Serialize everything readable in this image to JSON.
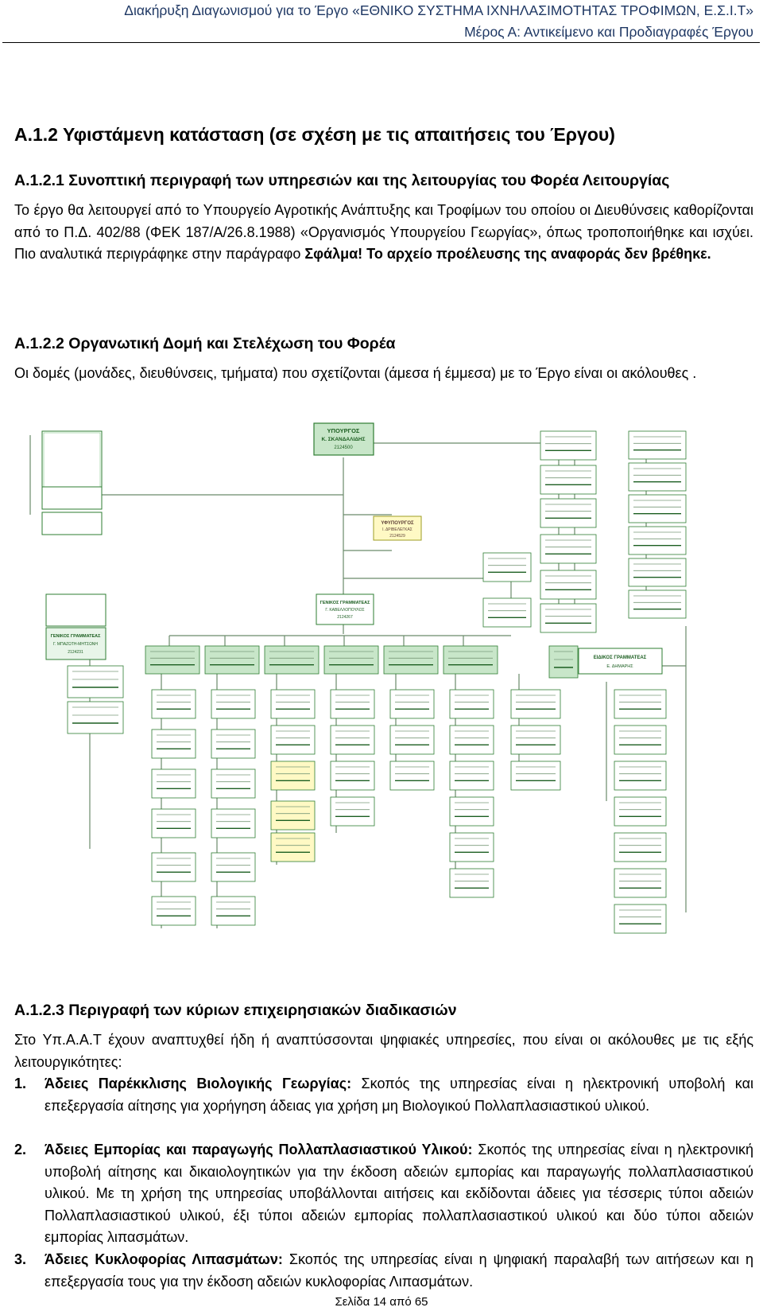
{
  "header": {
    "line1": "Διακήρυξη Διαγωνισμού για το Έργο «ΕΘΝΙΚΟ ΣΥΣΤΗΜΑ ΙΧΝΗΛΑΣΙΜΟΤΗΤΑΣ ΤΡΟΦΙΜΩΝ, Ε.Σ.Ι.Τ»",
    "line2": "Μέρος Α: Αντικείμενο και Προδιαγραφές Έργου"
  },
  "section_a12": {
    "title": "Α.1.2  Υφιστάμενη κατάσταση (σε σχέση με τις απαιτήσεις του Έργου)"
  },
  "section_a121": {
    "title": "Α.1.2.1 Συνοπτική περιγραφή των υπηρεσιών και της λειτουργίας του Φορέα Λειτουργίας",
    "text": "Το έργο θα λειτουργεί από το Υπουργείο Αγροτικής Ανάπτυξης και Τροφίμων του οποίου οι Διευθύνσεις καθορίζονται από το Π.Δ. 402/88 (ΦΕΚ 187/Α/26.8.1988) «Οργανισμός Υπουργείου Γεωργίας», όπως τροποποιήθηκε και ισχύει. Πιο αναλυτικά περιγράφηκε στην παράγραφο ",
    "error_bold": "Σφάλμα! Το αρχείο προέλευσης της αναφοράς δεν βρέθηκε."
  },
  "section_a122": {
    "title": "Α.1.2.2 Οργανωτική Δομή και Στελέχωση του Φορέα",
    "text": "Οι δομές (μονάδες, διευθύνσεις, τμήματα) που σχετίζονται (άμεσα ή έμμεσα) με το Έργο είναι οι ακόλουθες ."
  },
  "org_chart": {
    "minister": {
      "title": "ΥΠΟΥΡΓΟΣ",
      "name": "Κ. ΣΚΑΝΔΑΛΙΔΗΣ",
      "phone": "2124500"
    },
    "deputy": {
      "title": "ΥΦΥΠΟΥΡΓΟΣ",
      "name": "Ι. ΔΡΙΒΕΛΕΓΚΑΣ",
      "phone": "2124529"
    },
    "sec_general": {
      "title": "ΓΕΝΙΚΟΣ ΓΡΑΜΜΑΤΕΑΣ",
      "name": "Γ. ΚΑΒΕΛΛΟΠΟΥΛΟΣ",
      "phone": "2124267"
    },
    "sec_agri": {
      "title": "ΓΕΝΙΚΟΣ ΓΡΑΜΜΑΤΕΑΣ",
      "name": "Γ. ΜΠΑΖΩΤΗ-ΜΗΤΣΩΝΗ",
      "phone": "2124231"
    },
    "special_sec": {
      "title": "ΕΙΔΙΚΟΣ ΓΡΑΜΜΑΤΕΑΣ",
      "name": "Ε. ΔΗΜΑΡΗΣ"
    }
  },
  "section_a123": {
    "title": "Α.1.2.3 Περιγραφή των κύριων επιχειρησιακών διαδικασιών",
    "intro": "Στο Υπ.Α.Α.Τ έχουν αναπτυχθεί ήδη ή αναπτύσσονται ψηφιακές υπηρεσίες, που είναι οι ακόλουθες με τις εξής λειτουργικότητες:",
    "items": [
      {
        "num": "1.",
        "bold": "Άδειες Παρέκκλισης Βιολογικής Γεωργίας:",
        "text": " Σκοπός της υπηρεσίας είναι η ηλεκτρονική υποβολή και επεξεργασία αίτησης για χορήγηση άδειας για χρήση μη Βιολογικού Πολλαπλασιαστικού υλικού."
      },
      {
        "num": "2.",
        "bold": "Άδειες Εμπορίας και παραγωγής Πολλαπλασιαστικού Υλικού:",
        "text": " Σκοπός της υπηρεσίας είναι η ηλεκτρονική υποβολή αίτησης και δικαιολογητικών για την έκδοση αδειών εμπορίας και παραγωγής πολλαπλασιαστικού υλικού. Με τη χρήση της υπηρεσίας υποβάλλονται αιτήσεις και εκδίδονται άδειες για τέσσερις τύποι αδειών Πολλαπλασιαστικού υλικού, έξι τύποι αδειών εμπορίας πολλαπλασιαστικού υλικού και δύο τύποι αδειών εμπορίας λιπασμάτων."
      },
      {
        "num": "3.",
        "bold": "Άδειες Κυκλοφορίας Λιπασμάτων:",
        "text": " Σκοπός της υπηρεσίας είναι η ψηφιακή παραλαβή των αιτήσεων και η επεξεργασία τους για την έκδοση αδειών κυκλοφορίας Λιπασμάτων."
      }
    ]
  },
  "footer": {
    "page": "Σελίδα 14 από 65"
  }
}
